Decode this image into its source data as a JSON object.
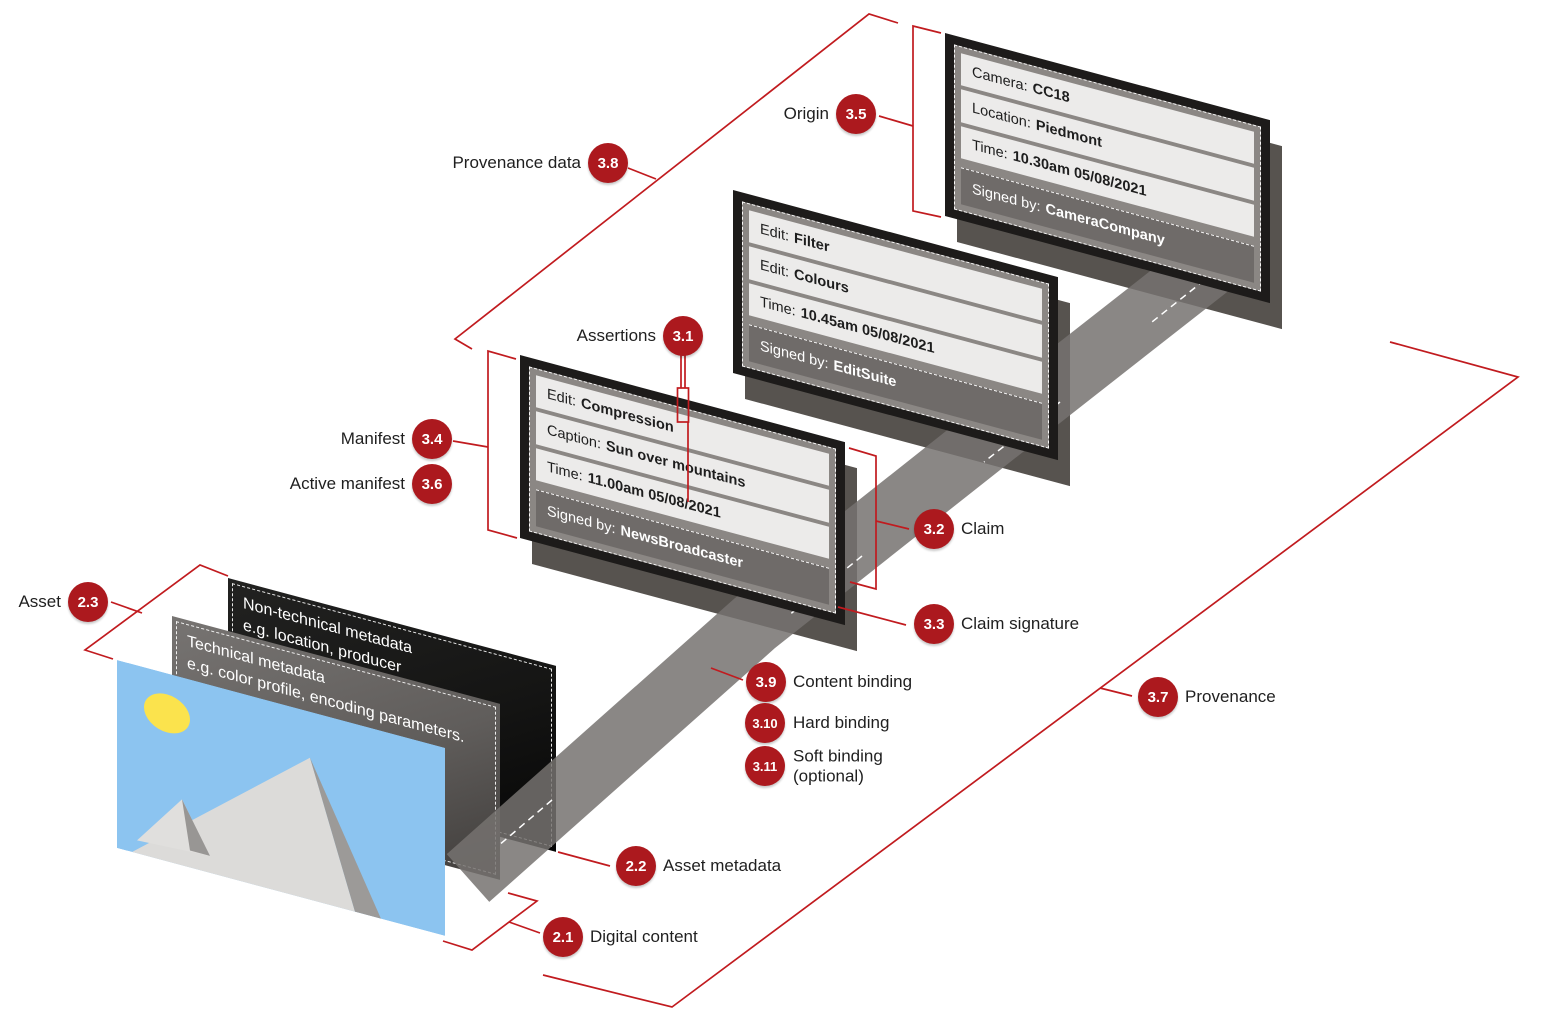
{
  "colors": {
    "badge_red": "#AC191E",
    "line_red": "#C11B1F",
    "card_frame": "#1D1B1A",
    "card_mat": "#8B8784",
    "card_row_bg": "#ECEBEA",
    "card_footer": "#6F6B69",
    "depth_slab": "#57534F",
    "ribbon_gray": "#787573",
    "metadata_dark": "#161616",
    "metadata_gray": "#6E6B69",
    "sky_blue": "#8CC4F0",
    "sun_yellow": "#FBE34D",
    "mountain_light": "#DCDBD9",
    "mountain_dark": "#9C9A98"
  },
  "manifest_cards": [
    {
      "id": "origin",
      "rows": [
        {
          "label": "Camera:",
          "value": "CC18"
        },
        {
          "label": "Location:",
          "value": "Piedmont"
        },
        {
          "label": "Time:",
          "value": "10.30am 05/08/2021"
        }
      ],
      "signed_label": "Signed by:",
      "signed_name": "CameraCompany"
    },
    {
      "id": "edit",
      "rows": [
        {
          "label": "Edit:",
          "value": "Filter"
        },
        {
          "label": "Edit:",
          "value": "Colours"
        },
        {
          "label": "Time:",
          "value": "10.45am 05/08/2021"
        }
      ],
      "signed_label": "Signed by:",
      "signed_name": "EditSuite"
    },
    {
      "id": "active-manifest",
      "rows": [
        {
          "label": "Edit:",
          "value": "Compression"
        },
        {
          "label": "Caption:",
          "value": "Sun over mountains"
        },
        {
          "label": "Time:",
          "value": "11.00am 05/08/2021"
        }
      ],
      "signed_label": "Signed by:",
      "signed_name": "NewsBroadcaster"
    }
  ],
  "asset_cards": {
    "non_technical": {
      "line1": "Non-technical metadata",
      "line2": "e.g. location, producer"
    },
    "technical": {
      "line1": "Technical metadata",
      "line2": "e.g. color profile, encoding parameters."
    }
  },
  "badges": [
    {
      "num": "3.8",
      "text": "Provenance data"
    },
    {
      "num": "3.5",
      "text": "Origin"
    },
    {
      "num": "3.1",
      "text": "Assertions"
    },
    {
      "num": "3.4",
      "text": "Manifest"
    },
    {
      "num": "3.6",
      "text": "Active manifest"
    },
    {
      "num": "3.2",
      "text": "Claim"
    },
    {
      "num": "3.3",
      "text": "Claim signature"
    },
    {
      "num": "3.9",
      "text": "Content binding"
    },
    {
      "num": "3.10",
      "text": "Hard binding"
    },
    {
      "num": "3.11",
      "text": "Soft binding",
      "text2": "(optional)"
    },
    {
      "num": "3.7",
      "text": "Provenance"
    },
    {
      "num": "2.3",
      "text": "Asset"
    },
    {
      "num": "2.2",
      "text": "Asset metadata"
    },
    {
      "num": "2.1",
      "text": "Digital content"
    }
  ]
}
